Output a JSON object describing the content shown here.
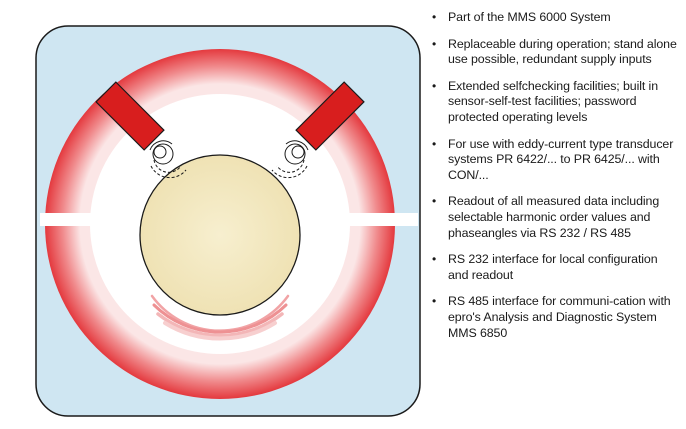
{
  "colors": {
    "panel_fill": "#cfe6f2",
    "panel_stroke": "#1a1a1a",
    "ring_red": "#e4393e",
    "ring_pink": "#fbe3e3",
    "rotor_fill": "#f5ebc6",
    "sensor_red": "#d81e1e",
    "text": "#1a1a1a"
  },
  "icons": {
    "bullet": "•",
    "sensor_left": "eddy-current-sensor-icon",
    "sensor_right": "eddy-current-sensor-icon"
  },
  "features": [
    "Part of the MMS 6000 System",
    "Replaceable during operation; stand alone use possible, redundant supply inputs",
    "Extended selfchecking facilities; built in sensor-self-test facilities; password protected operating levels",
    "For use with eddy-current type transducer systems PR 6422/... to PR 6425/... with CON/...",
    "Readout of all measured data including selectable harmonic order values and phaseangles via RS 232 / RS 485",
    "RS 232 interface for local configuration and readout",
    "RS 485 interface for communi-cation with epro's Analysis and Diagnostic System MMS 6850"
  ]
}
